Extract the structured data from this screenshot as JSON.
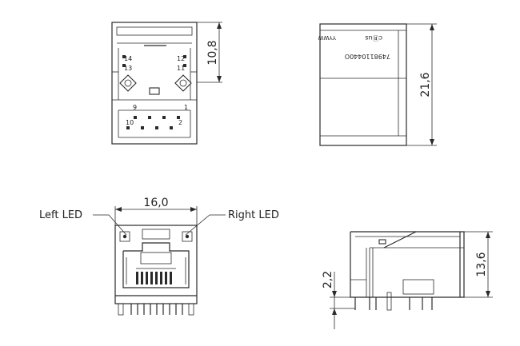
{
  "dimensions": {
    "top_height": "10,8",
    "side_length": "21,6",
    "front_width": "16,0",
    "side_height": "13,6",
    "pin_standoff": "2,2"
  },
  "led_labels": {
    "left": "Left LED",
    "right": "Right LED"
  },
  "pin_numbers": {
    "p14": "14",
    "p13": "13",
    "p12": "12",
    "p11": "11",
    "p9": "9",
    "p1": "1",
    "p10": "10",
    "p2": "2"
  },
  "part_marking": {
    "part_number": "7498110440O",
    "ul_mark": "cⓇus",
    "date_code": "YYWW"
  }
}
